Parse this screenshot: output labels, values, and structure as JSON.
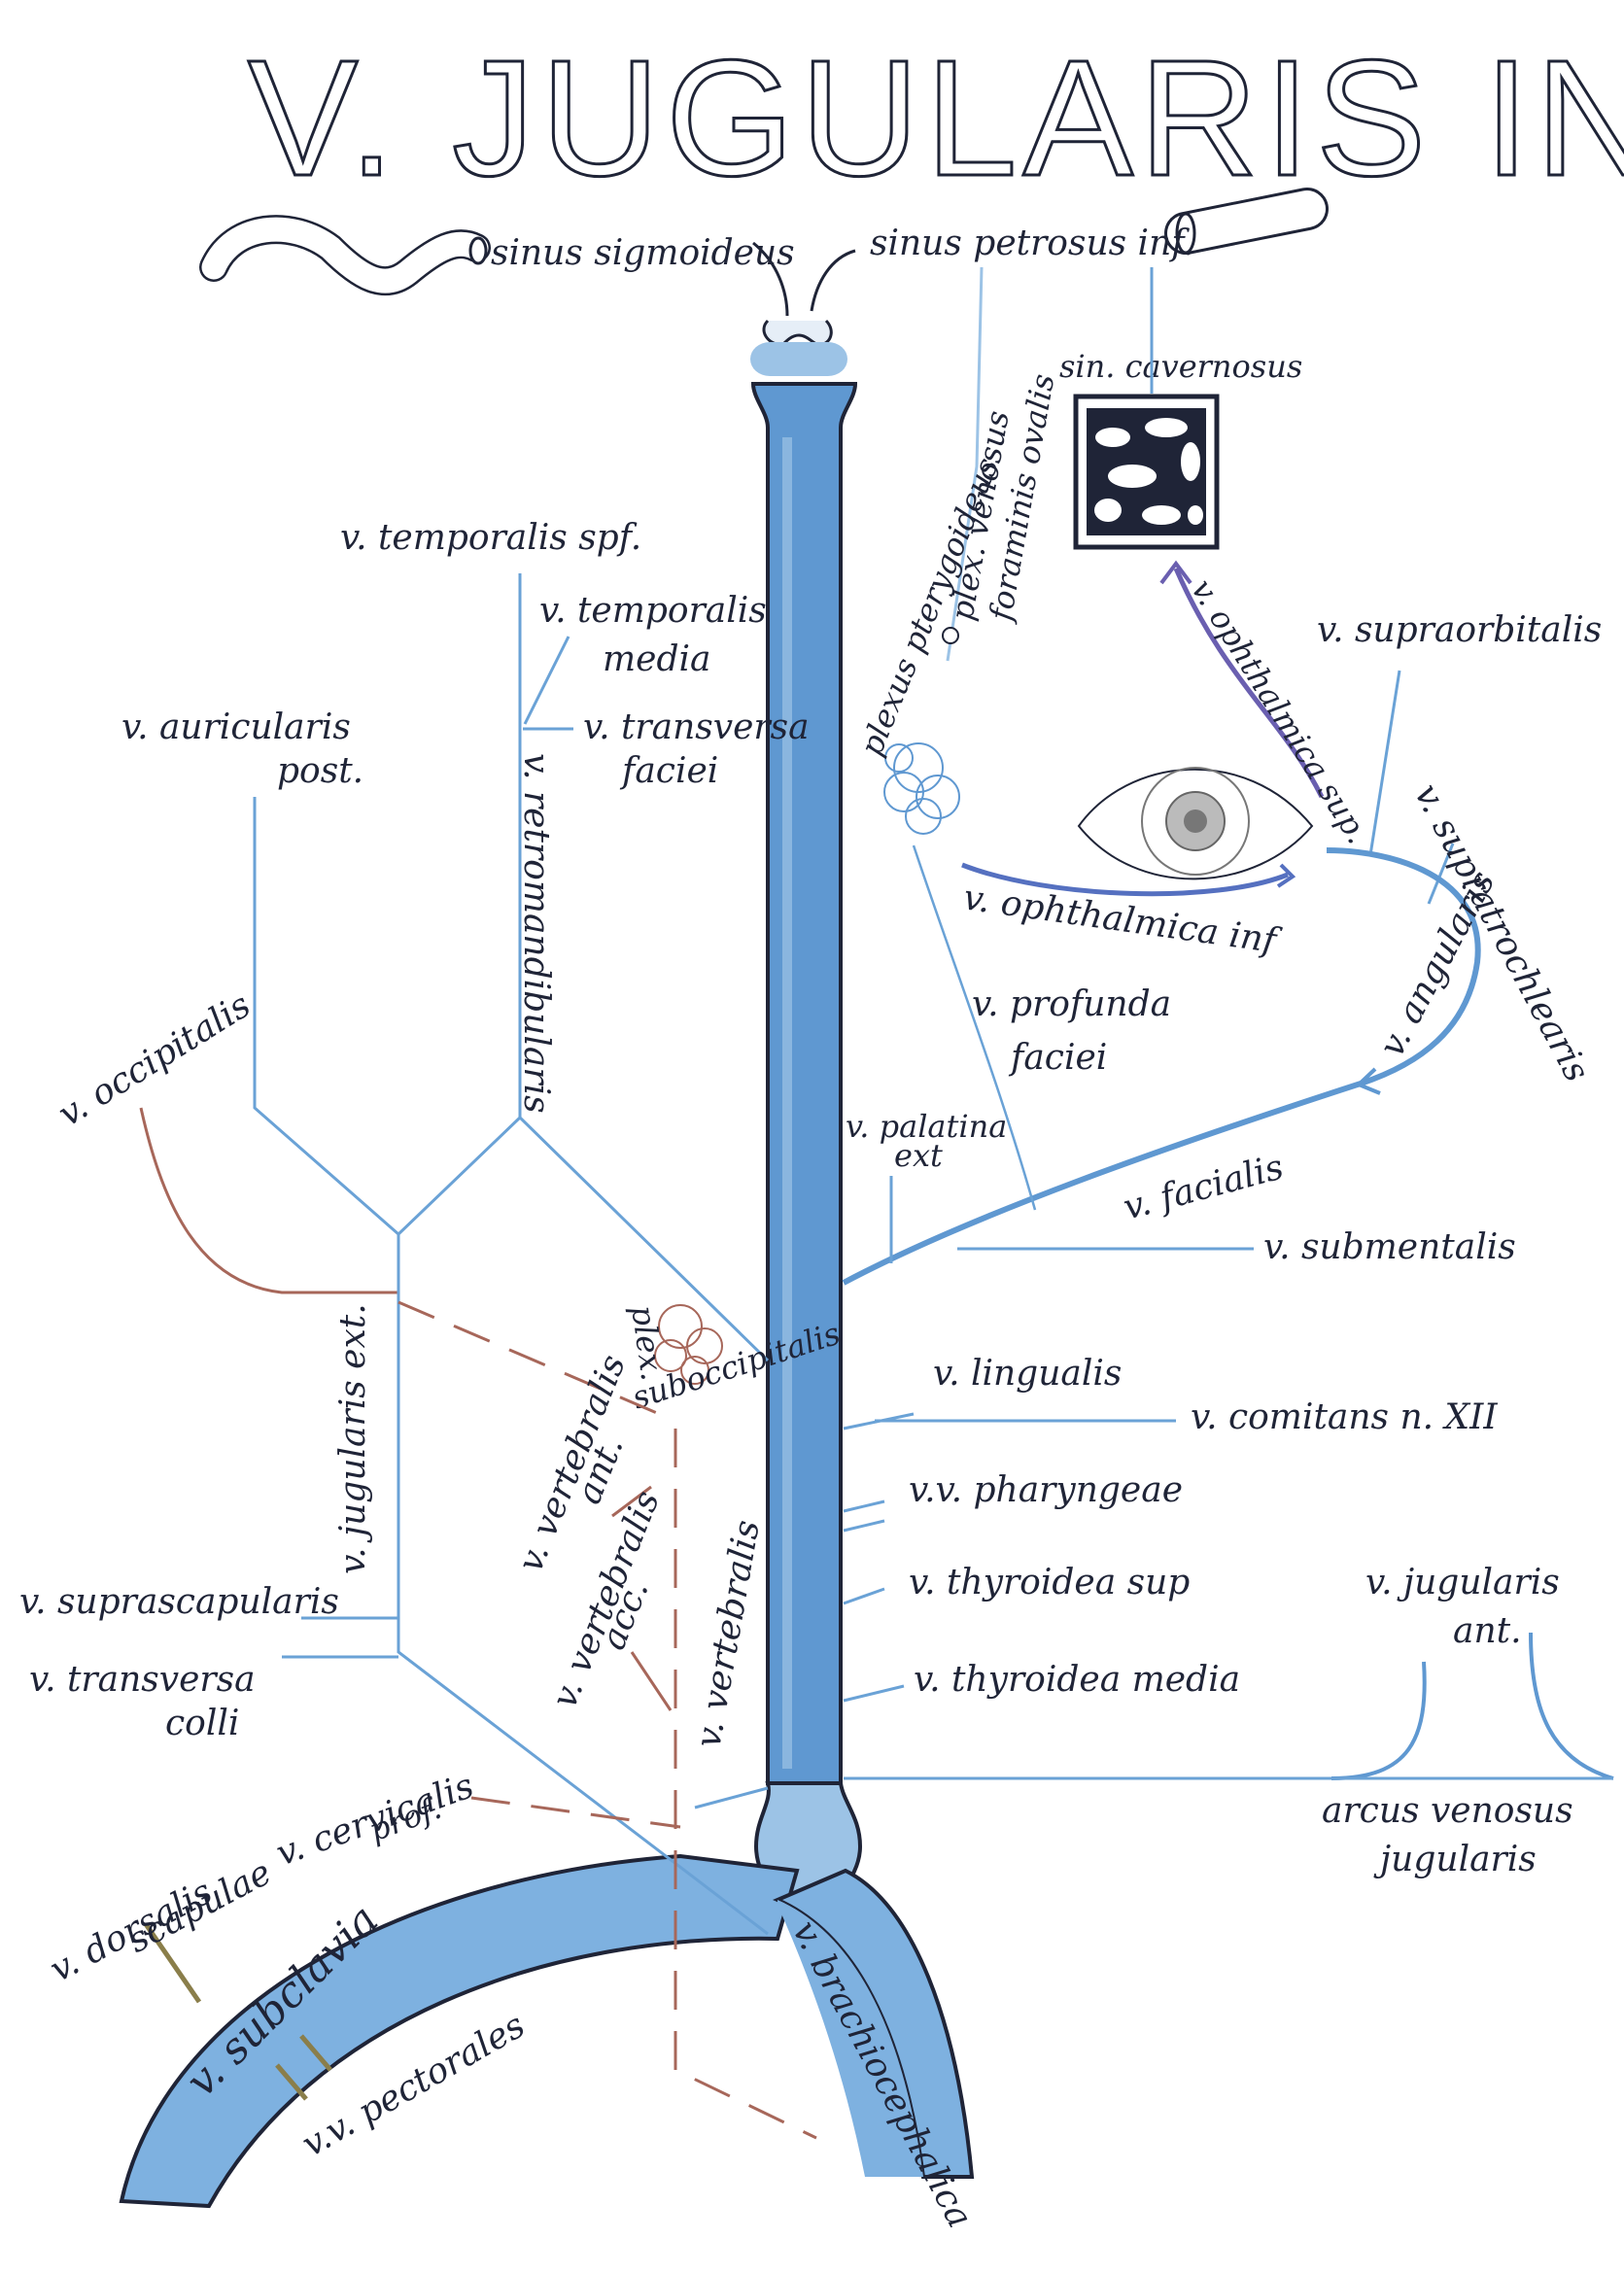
{
  "title": "V. JUGULARIS INT",
  "colors": {
    "vein_main": "#5f98d1",
    "vein_light": "#9cc3e6",
    "vein_line": "#6aa2d6",
    "artery": "#a7675a",
    "ink": "#1f2437",
    "purple": "#6a5fb0",
    "nerve": "#8a7e4a"
  },
  "labels": {
    "sinus_sigmoideus": "sinus sigmoideus",
    "sinus_petrosus_inf": "sinus petrosus inf.",
    "sin_cavernosus": "sin. cavernosus",
    "plex_venosus_1": "plex. venosus",
    "plex_venosus_2": "foraminis ovalis",
    "v_temporalis_spf": "v. temporalis spf.",
    "v_temporalis_media_1": "v. temporalis",
    "v_temporalis_media_2": "media",
    "v_transversa_faciei_1": "v. transversa",
    "v_transversa_faciei_2": "faciei",
    "v_auricularis_1": "v. auricularis",
    "v_auricularis_2": "post.",
    "v_retromandibularis": "v. retromandibularis",
    "v_occipitalis": "v. occipitalis",
    "plexus_pterygoideus": "plexus pterygoideus",
    "v_ophthalmica_sup": "v. ophthalmica sup.",
    "v_supraorbitalis": "v. supraorbitalis",
    "v_supratrochlearis": "v. supratrochlearis",
    "v_ophthalmica_inf": "v. ophthalmica inf",
    "v_angularis": "v. angularis",
    "v_profunda_1": "v. profunda",
    "v_profunda_2": "faciei",
    "v_palatina_1": "v. palatina",
    "v_palatina_2": "ext",
    "v_facialis": "v. facialis",
    "v_submentalis": "v. submentalis",
    "plex_suboccipitalis_1": "plex.",
    "plex_suboccipitalis_2": "suboccipitalis",
    "v_jugularis_ext": "v. jugularis ext.",
    "v_lingualis": "v. lingualis",
    "v_comitans": "v. comitans n. XII",
    "v_vertebralis_ant_1": "v. vertebralis",
    "v_vertebralis_ant_2": "ant.",
    "v_vertebralis_acc_1": "v. vertebralis",
    "v_vertebralis_acc_2": "acc.",
    "v_vertebralis": "v. vertebralis",
    "vv_pharyngeae": "v.v. pharyngeae",
    "v_thyroidea_sup": "v. thyroidea sup",
    "v_suprascapularis": "v. suprascapularis",
    "v_jugularis_ant_1": "v. jugularis",
    "v_jugularis_ant_2": "ant.",
    "v_transversa_colli_1": "v. transversa",
    "v_transversa_colli_2": "colli",
    "v_thyroidea_media": "v. thyroidea media",
    "v_cervicalis_1": "v. cervicalis",
    "v_cervicalis_2": "prof.",
    "arcus_1": "arcus venosus",
    "arcus_2": "jugularis",
    "v_dorsalis_1": "v. dorsalis",
    "v_dorsalis_2": "scapulae",
    "v_subclavia": "v. subclavia",
    "v_brachiocephalica": "v. brachiocephalica",
    "vv_pectorales": "v.v. pectorales"
  }
}
